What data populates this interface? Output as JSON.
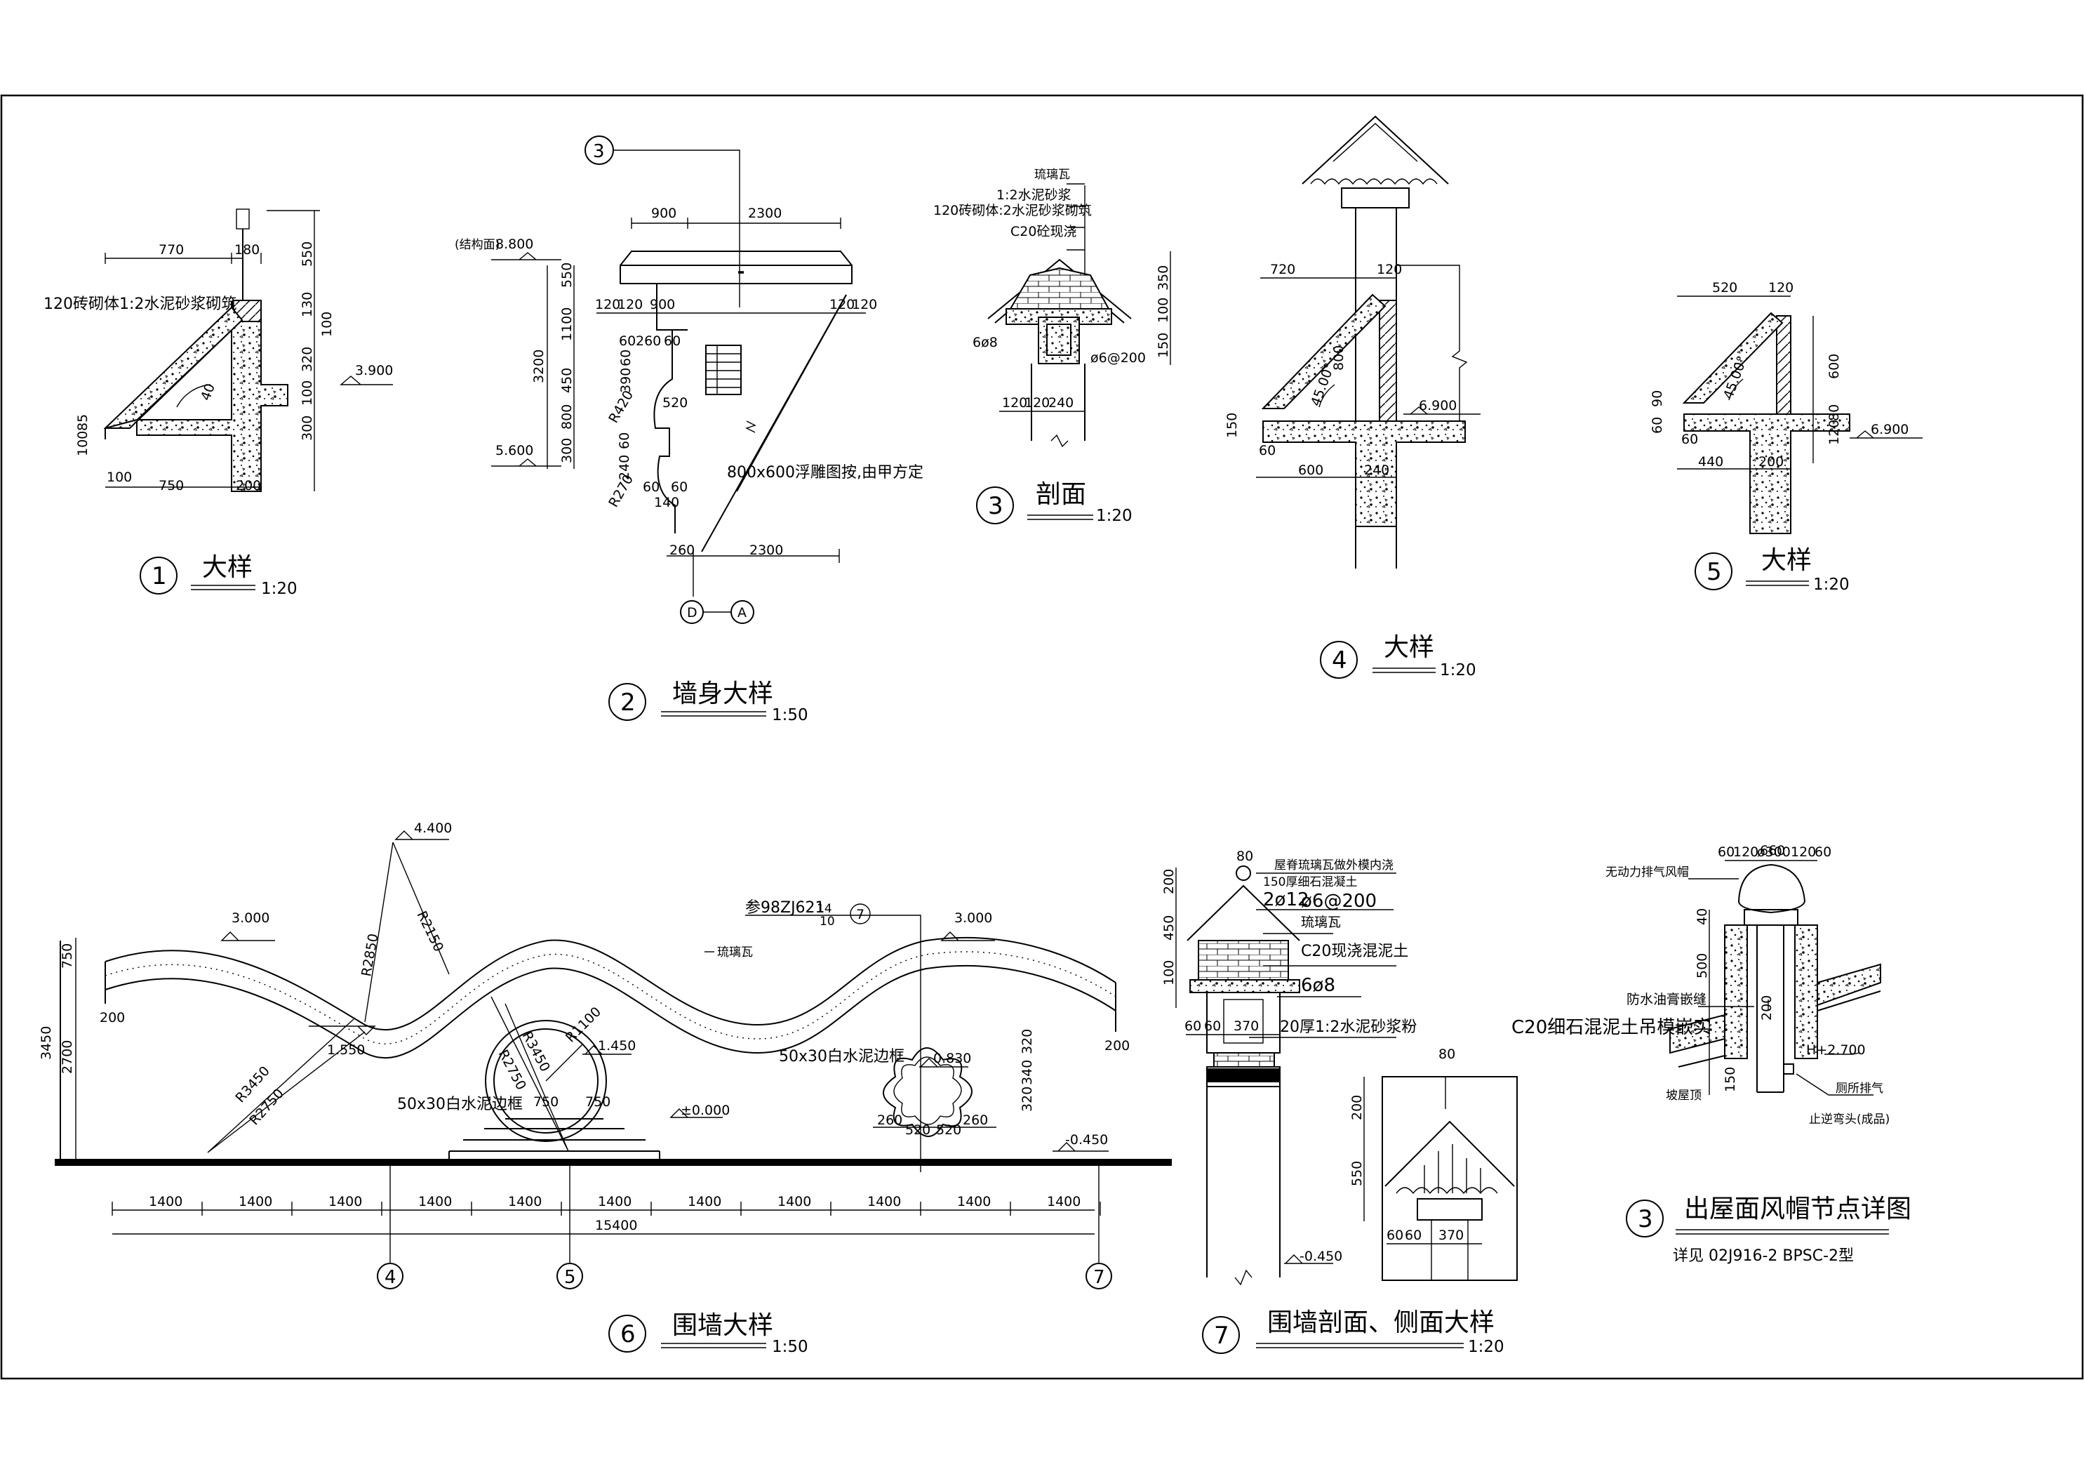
{
  "sheet": {
    "titles": {
      "d1": {
        "num": "1",
        "name": "大样",
        "scale": "1:20"
      },
      "d2": {
        "num": "2",
        "name": "墙身大样",
        "scale": "1:50"
      },
      "d3": {
        "num": "3",
        "name": "剖面",
        "scale": "1:20"
      },
      "d4": {
        "num": "4",
        "name": "大样",
        "scale": "1:20"
      },
      "d5": {
        "num": "5",
        "name": "大样",
        "scale": "1:20"
      },
      "d6": {
        "num": "6",
        "name": "围墙大样",
        "scale": "1:50"
      },
      "d7": {
        "num": "7",
        "name": "围墙剖面、侧面大样",
        "scale": "1:20"
      },
      "d8": {
        "num": "3",
        "name": "出屋面风帽节点详图",
        "scale": "详见 02J916-2 BPSC-2型"
      }
    },
    "d1": {
      "note": "120砖砌体1:2水泥砂浆砌筑",
      "dims": {
        "top770": "770",
        "top180": "180",
        "v550": "550",
        "v130": "130",
        "v100a": "100",
        "v320": "320",
        "v100b": "100",
        "v300": "300",
        "l85": "85",
        "l100v": "100",
        "b100": "100",
        "b750": "750",
        "b200": "200",
        "angle": "40"
      },
      "elev": "3.900"
    },
    "d2": {
      "axis_top": "3",
      "elev_top_label": "(结构面)",
      "elev_top": "8.800",
      "elev_bot": "5.600",
      "dims": {
        "t900": "900",
        "t2300": "2300",
        "v550": "550",
        "v1100": "1100",
        "v3200": "3200",
        "v450": "450",
        "v800": "800",
        "v300": "300",
        "h120a": "120",
        "h120b": "120",
        "h900": "900",
        "h120c": "120",
        "h120d": "120",
        "h60": "60",
        "h260": "260",
        "h60b": "60",
        "v390": "390",
        "v60": "60",
        "h520": "520",
        "v240": "240",
        "v60b": "60",
        "h60c": "60",
        "h60d": "60",
        "h140": "140",
        "b260": "260",
        "b2300": "2300",
        "r420": "R420",
        "r270": "R270"
      },
      "note": "800x600浮雕图按,由甲方定",
      "axis_d": "D",
      "axis_a": "A"
    },
    "d3": {
      "notes": [
        "琉璃瓦",
        "1:2水泥砂浆",
        "120砖砌体:2水泥砂浆砌筑",
        "C20砼现浇"
      ],
      "rebar1": "6ø8",
      "rebar2": "ø6@200",
      "dims": {
        "v350": "350",
        "v100": "100",
        "v150": "150",
        "h120": "120",
        "h120b": "120",
        "h240": "240"
      }
    },
    "d4": {
      "dims": {
        "t720": "720",
        "t120": "120",
        "v800": "800",
        "v150": "150",
        "v60": "60",
        "b600": "600",
        "b240": "240",
        "angle": "45.00°"
      },
      "elev": "6.900"
    },
    "d5": {
      "dims": {
        "t520": "520",
        "t120": "120",
        "v600": "600",
        "v80": "80",
        "v120": "120",
        "l60": "60",
        "l90": "90",
        "l60b": "60",
        "b440": "440",
        "b200": "200",
        "angle": "45.00°"
      },
      "elev": "6.900"
    },
    "d6": {
      "elev_top": "4.400",
      "elev_left": "3.000",
      "elev_right": "3.000",
      "elev_low": "1.550",
      "elev_mid": "1.450",
      "elev_win": "0.830",
      "elev_zero": "±0.000",
      "elev_neg": "-0.450",
      "radii": {
        "r2850": "R2850",
        "r2150": "R2150",
        "r3450": "R3450",
        "r2750": "R2750",
        "r3450b": "R3450",
        "r2750b": "R2750",
        "r1100": "R1100"
      },
      "tile": "琉璃瓦",
      "ref": "参98ZJ621",
      "ref_num": "14",
      "ref_sheet": "10",
      "ref_detail": "7",
      "frame1": "50x30白水泥边框",
      "frame2": "50x30白水泥边框",
      "dims": {
        "v750": "750",
        "v3450": "3450",
        "v2700": "2700",
        "v200l": "200",
        "v200r": "200",
        "w750a": "750",
        "w750b": "750",
        "d320a": "320",
        "d340": "340",
        "d320b": "320",
        "w260a": "260",
        "w520a": "520",
        "w520b": "520",
        "w260b": "260"
      },
      "spans": [
        "1400",
        "1400",
        "1400",
        "1400",
        "1400",
        "1400",
        "1400",
        "1400",
        "1400",
        "1400",
        "1400"
      ],
      "total": "15400",
      "axes": [
        "4",
        "5",
        "7"
      ]
    },
    "d7": {
      "notes": [
        "屋脊琉璃瓦做外模内浇",
        "150厚细石混凝土",
        "2ø12",
        "ø6@200",
        "琉璃瓦",
        "C20现浇混泥土",
        "6ø8",
        "20厚1:2水泥砂浆粉"
      ],
      "dims": {
        "t80": "80",
        "v200": "200",
        "v450": "450",
        "v100": "100",
        "h60a": "60",
        "h60b": "60",
        "h370": "370",
        "s80": "80",
        "s200": "200",
        "s550": "550",
        "s60a": "60",
        "s60b": "60",
        "s370": "370"
      },
      "elev": "-0.450"
    },
    "d8": {
      "top": "660",
      "sub": [
        "60",
        "120",
        "ø300",
        "120",
        "60"
      ],
      "notes": {
        "fan": "无动力排气风帽",
        "seal": "防水油膏嵌缝",
        "conc": "C20细石混泥土吊模嵌实",
        "roof": "坡屋顶",
        "exhaust": "厕所排气",
        "elbow": "止逆弯头(成品)"
      },
      "dims": {
        "v40": "40",
        "v500": "500",
        "v200": "200",
        "v150": "150"
      },
      "elev": "H+2.700"
    }
  }
}
